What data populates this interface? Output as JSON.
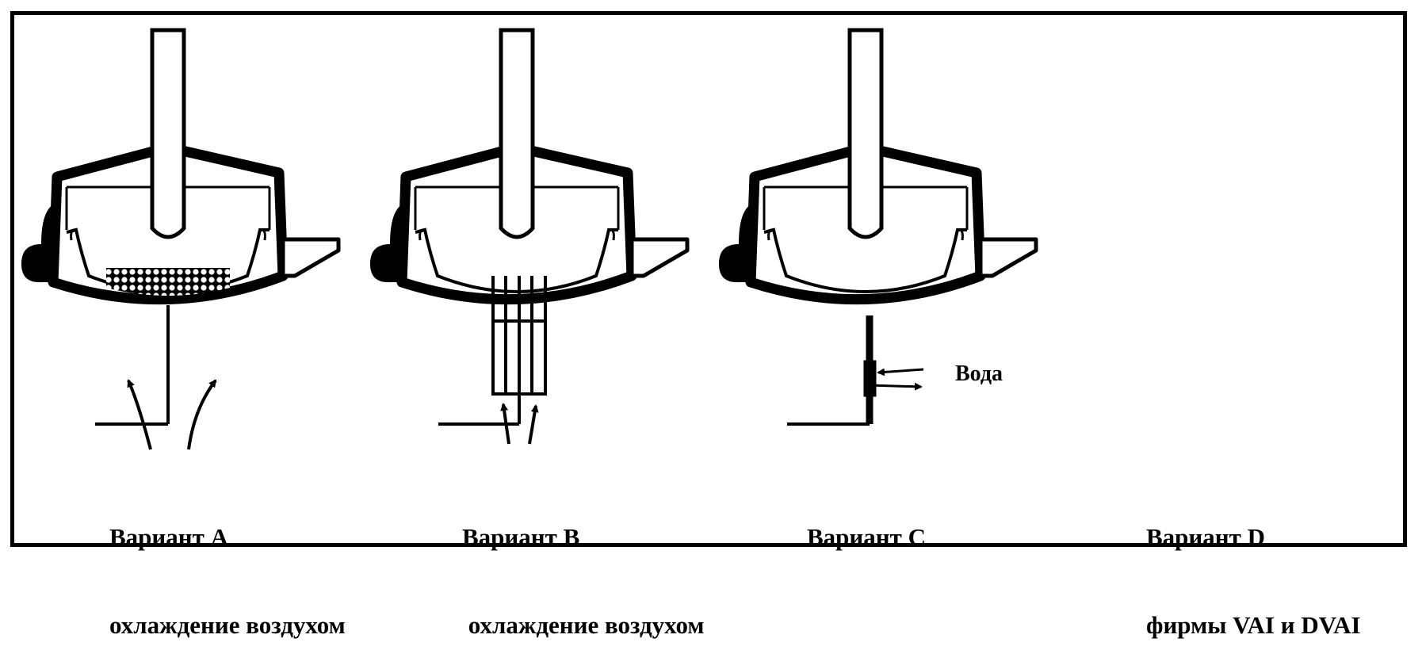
{
  "variants": [
    {
      "caption_line1": "Вариант А",
      "caption_line2": "охлаждение воздухом"
    },
    {
      "caption_line1": "Вариант В",
      "caption_line2": " охлаждение воздухом"
    },
    {
      "caption_line1": "Вариант С",
      "caption_line2": ""
    },
    {
      "caption_line1": "Вариант D",
      "caption_line2": "фирмы VAI и DVAI"
    }
  ],
  "water_label": "Вода",
  "colors": {
    "ink": "#000000",
    "paper": "#ffffff"
  }
}
